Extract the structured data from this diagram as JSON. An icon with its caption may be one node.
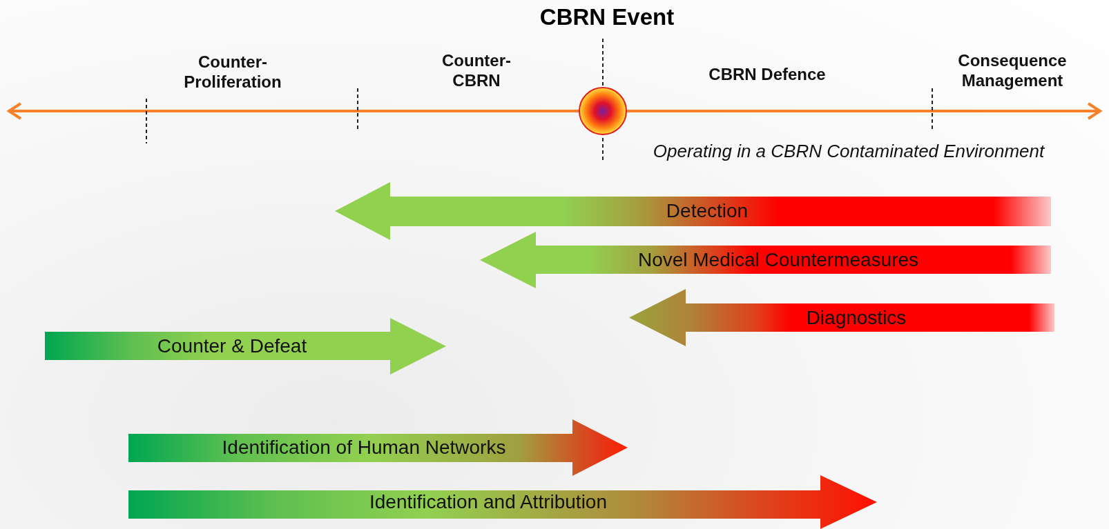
{
  "diagram": {
    "title": "CBRN Event",
    "nodes": [
      {
        "text": [
          "Detection"
        ]
      },
      {
        "text": [
          "Novel Medical Countermeasures"
        ]
      },
      {
        "text": [
          "Diagnostics"
        ]
      },
      {
        "text": [
          "Counter & Defeat"
        ]
      },
      {
        "text": [
          "Identification of Human Networks"
        ]
      },
      {
        "text": [
          "Identification and Attribution"
        ]
      }
    ],
    "edges": [],
    "labels": [
      "Counter- Proliferation",
      "Counter- CBRN",
      "CBRN Defence",
      "Consequence Management",
      "Operating in a CBRN Contaminated Environment"
    ]
  }
}
